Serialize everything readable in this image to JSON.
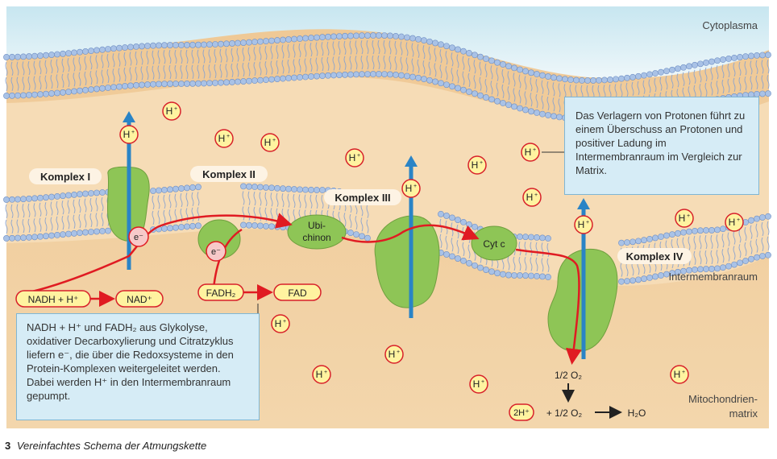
{
  "regions": {
    "cytoplasm": "Cytoplasma",
    "intermembrane_space": "Intermembranraum",
    "matrix_line1": "Mitochondrien-",
    "matrix_line2": "matrix"
  },
  "complexes": {
    "c1": "Komplex I",
    "c2": "Komplex II",
    "c3": "Komplex III",
    "c4": "Komplex IV"
  },
  "carriers": {
    "ubiquinone_line1": "Ubi-",
    "ubiquinone_line2": "chinon",
    "cytochrome_c": "Cyt c"
  },
  "electron_label": "e⁻",
  "proton": {
    "base": "H",
    "sup": "+"
  },
  "reactions": {
    "nadh": "NADH + H⁺",
    "nad": "NAD⁺",
    "fadh2": "FADH₂",
    "fad": "FAD",
    "half_o2": "1/2 O₂",
    "two_h": "2H⁺",
    "plus_half_o2": "+ 1/2 O₂",
    "water": "H₂O"
  },
  "info_right": "Das Verlagern von Protonen führt zu einem Überschuss an Protonen und positiver Ladung im Intermembranraum im Vergleich zur Matrix.",
  "info_left": "NADH + H⁺ und FADH₂ aus Glykolyse, oxidativer Decarboxylierung und Citratzyklus liefern e⁻, die über die Redoxsysteme in den Protein-Komplexen weitergeleitet werden. Dabei werden H⁺ in den Intermembranraum gepumpt.",
  "caption": {
    "number": "3",
    "text": "Vereinfachtes Schema der Atmungskette"
  },
  "colors": {
    "cytoplasm_top": "#c7e6f0",
    "intermembrane": "#f6dcb6",
    "matrix": "#edc48e",
    "lipid_head": "#a9c2e6",
    "protein": "#8ec556",
    "arrow_blue": "#2a84c6",
    "electron_path": "#e01b22",
    "proton_fill": "#fff3a0",
    "proton_stroke": "#d8202a"
  }
}
